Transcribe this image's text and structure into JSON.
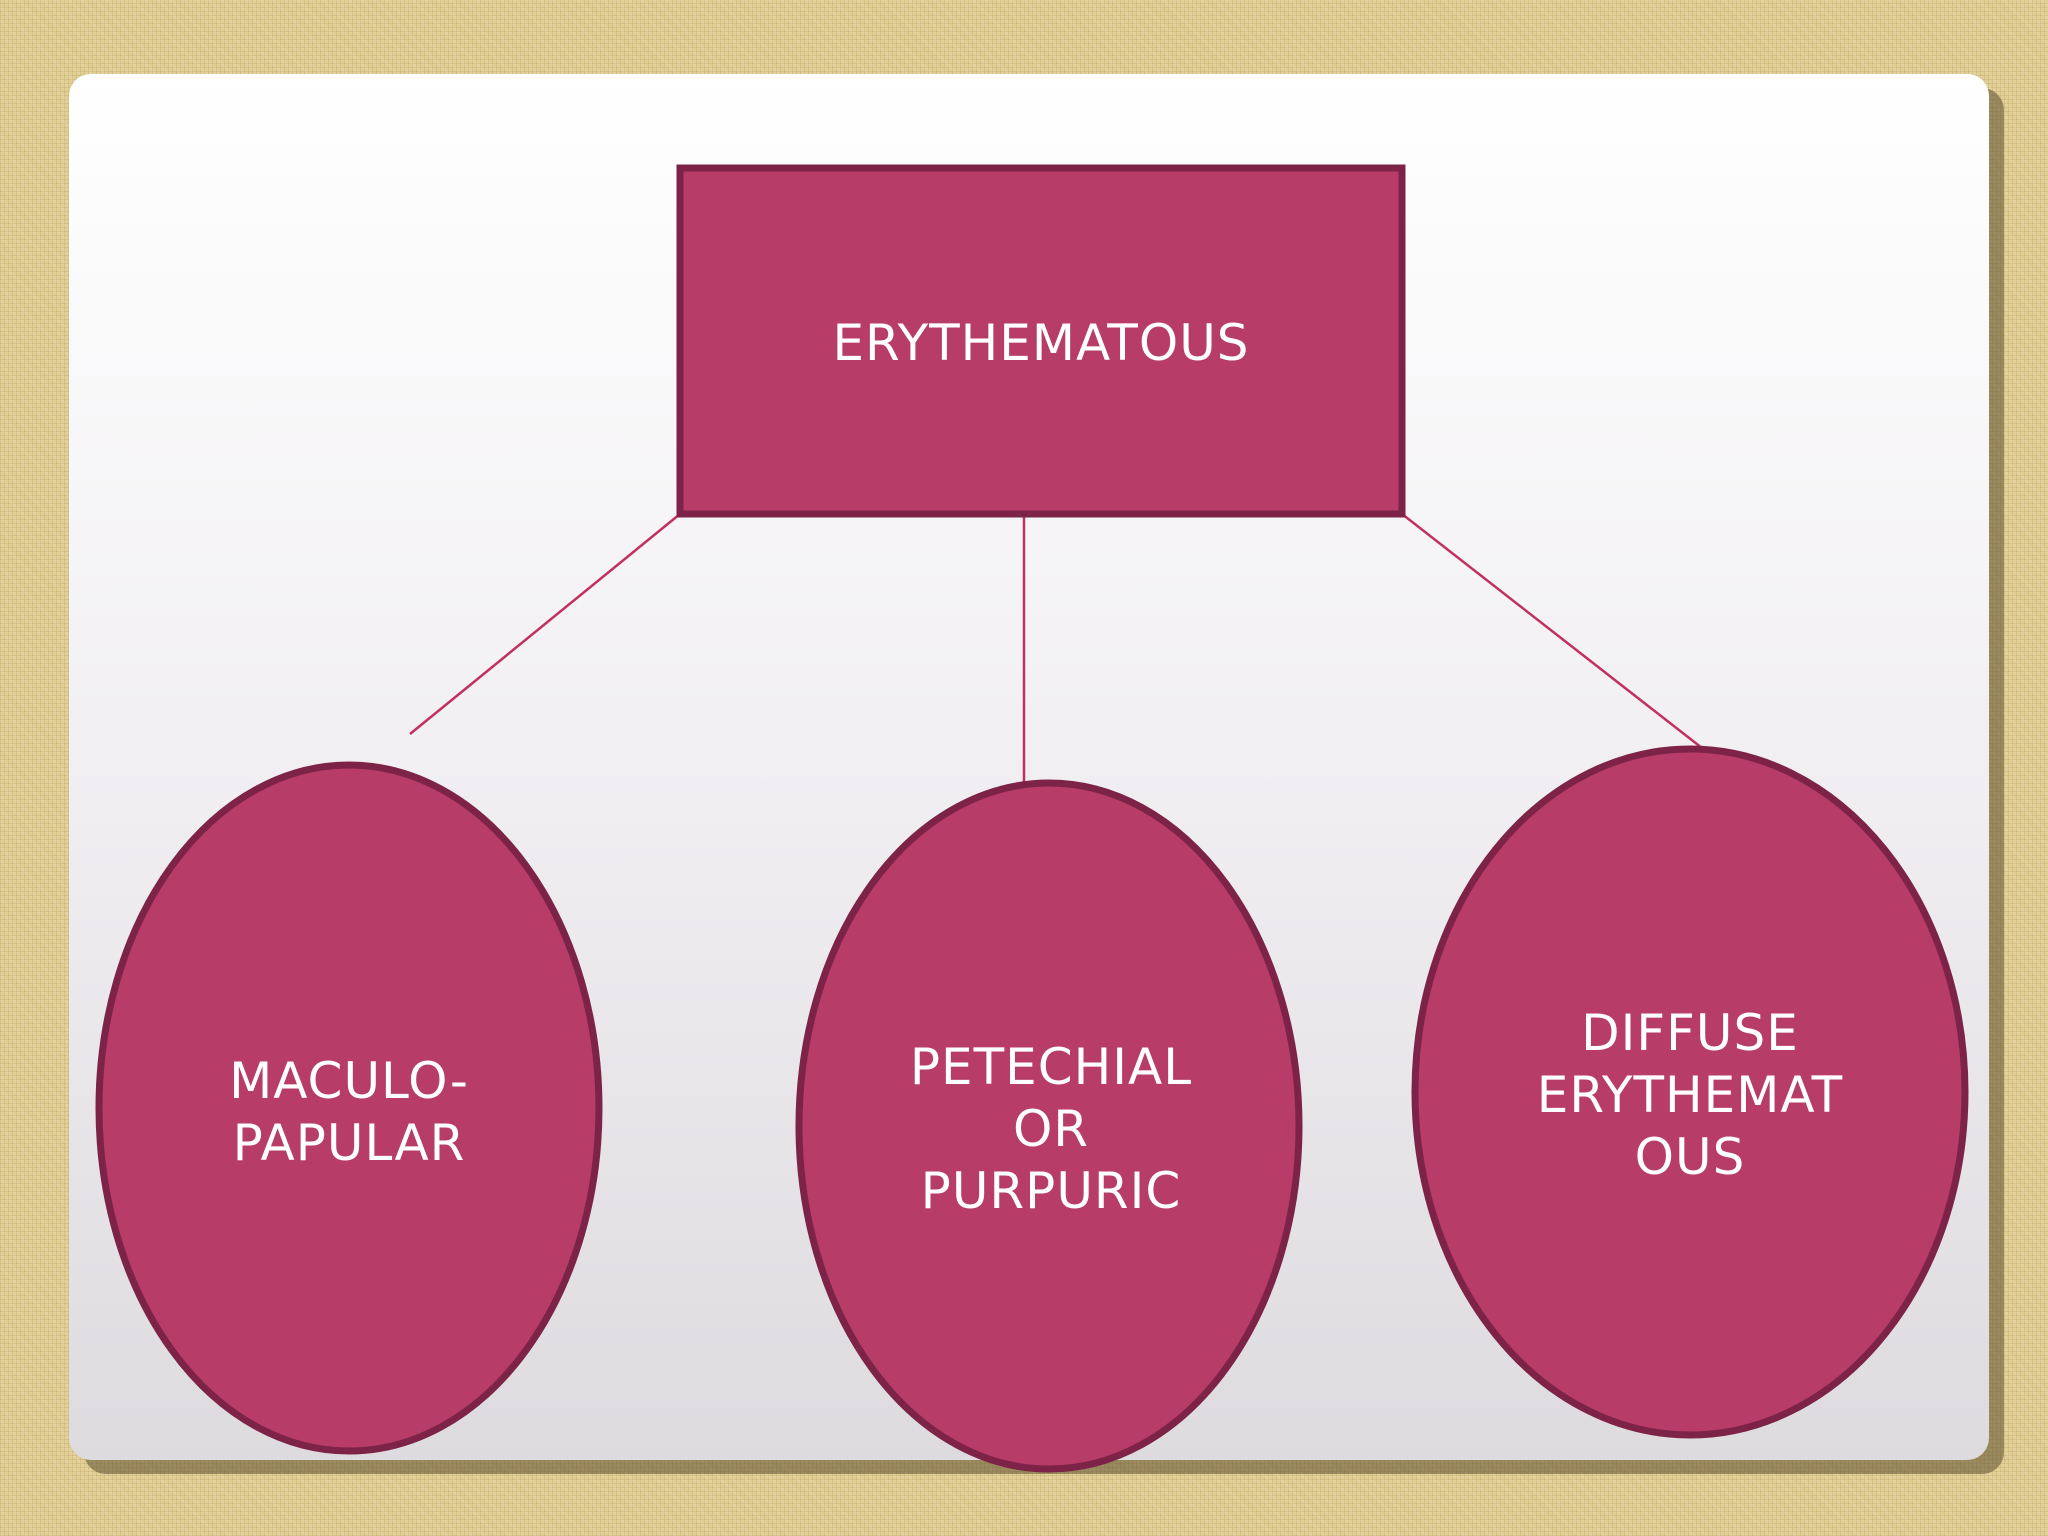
{
  "slide": {
    "root": {
      "label": "ERYTHEMATOUS"
    },
    "children": [
      {
        "lines": [
          "MACULO-",
          "PAPULAR"
        ]
      },
      {
        "lines": [
          "PETECHIAL",
          "OR",
          "PURPURIC"
        ]
      },
      {
        "lines": [
          "DIFFUSE",
          "ERYTHEMAT",
          "OUS"
        ]
      }
    ]
  },
  "colors": {
    "node_fill": "#b73c68",
    "node_border": "#7d2347",
    "connector": "#c2305e",
    "text": "#ffffff"
  }
}
